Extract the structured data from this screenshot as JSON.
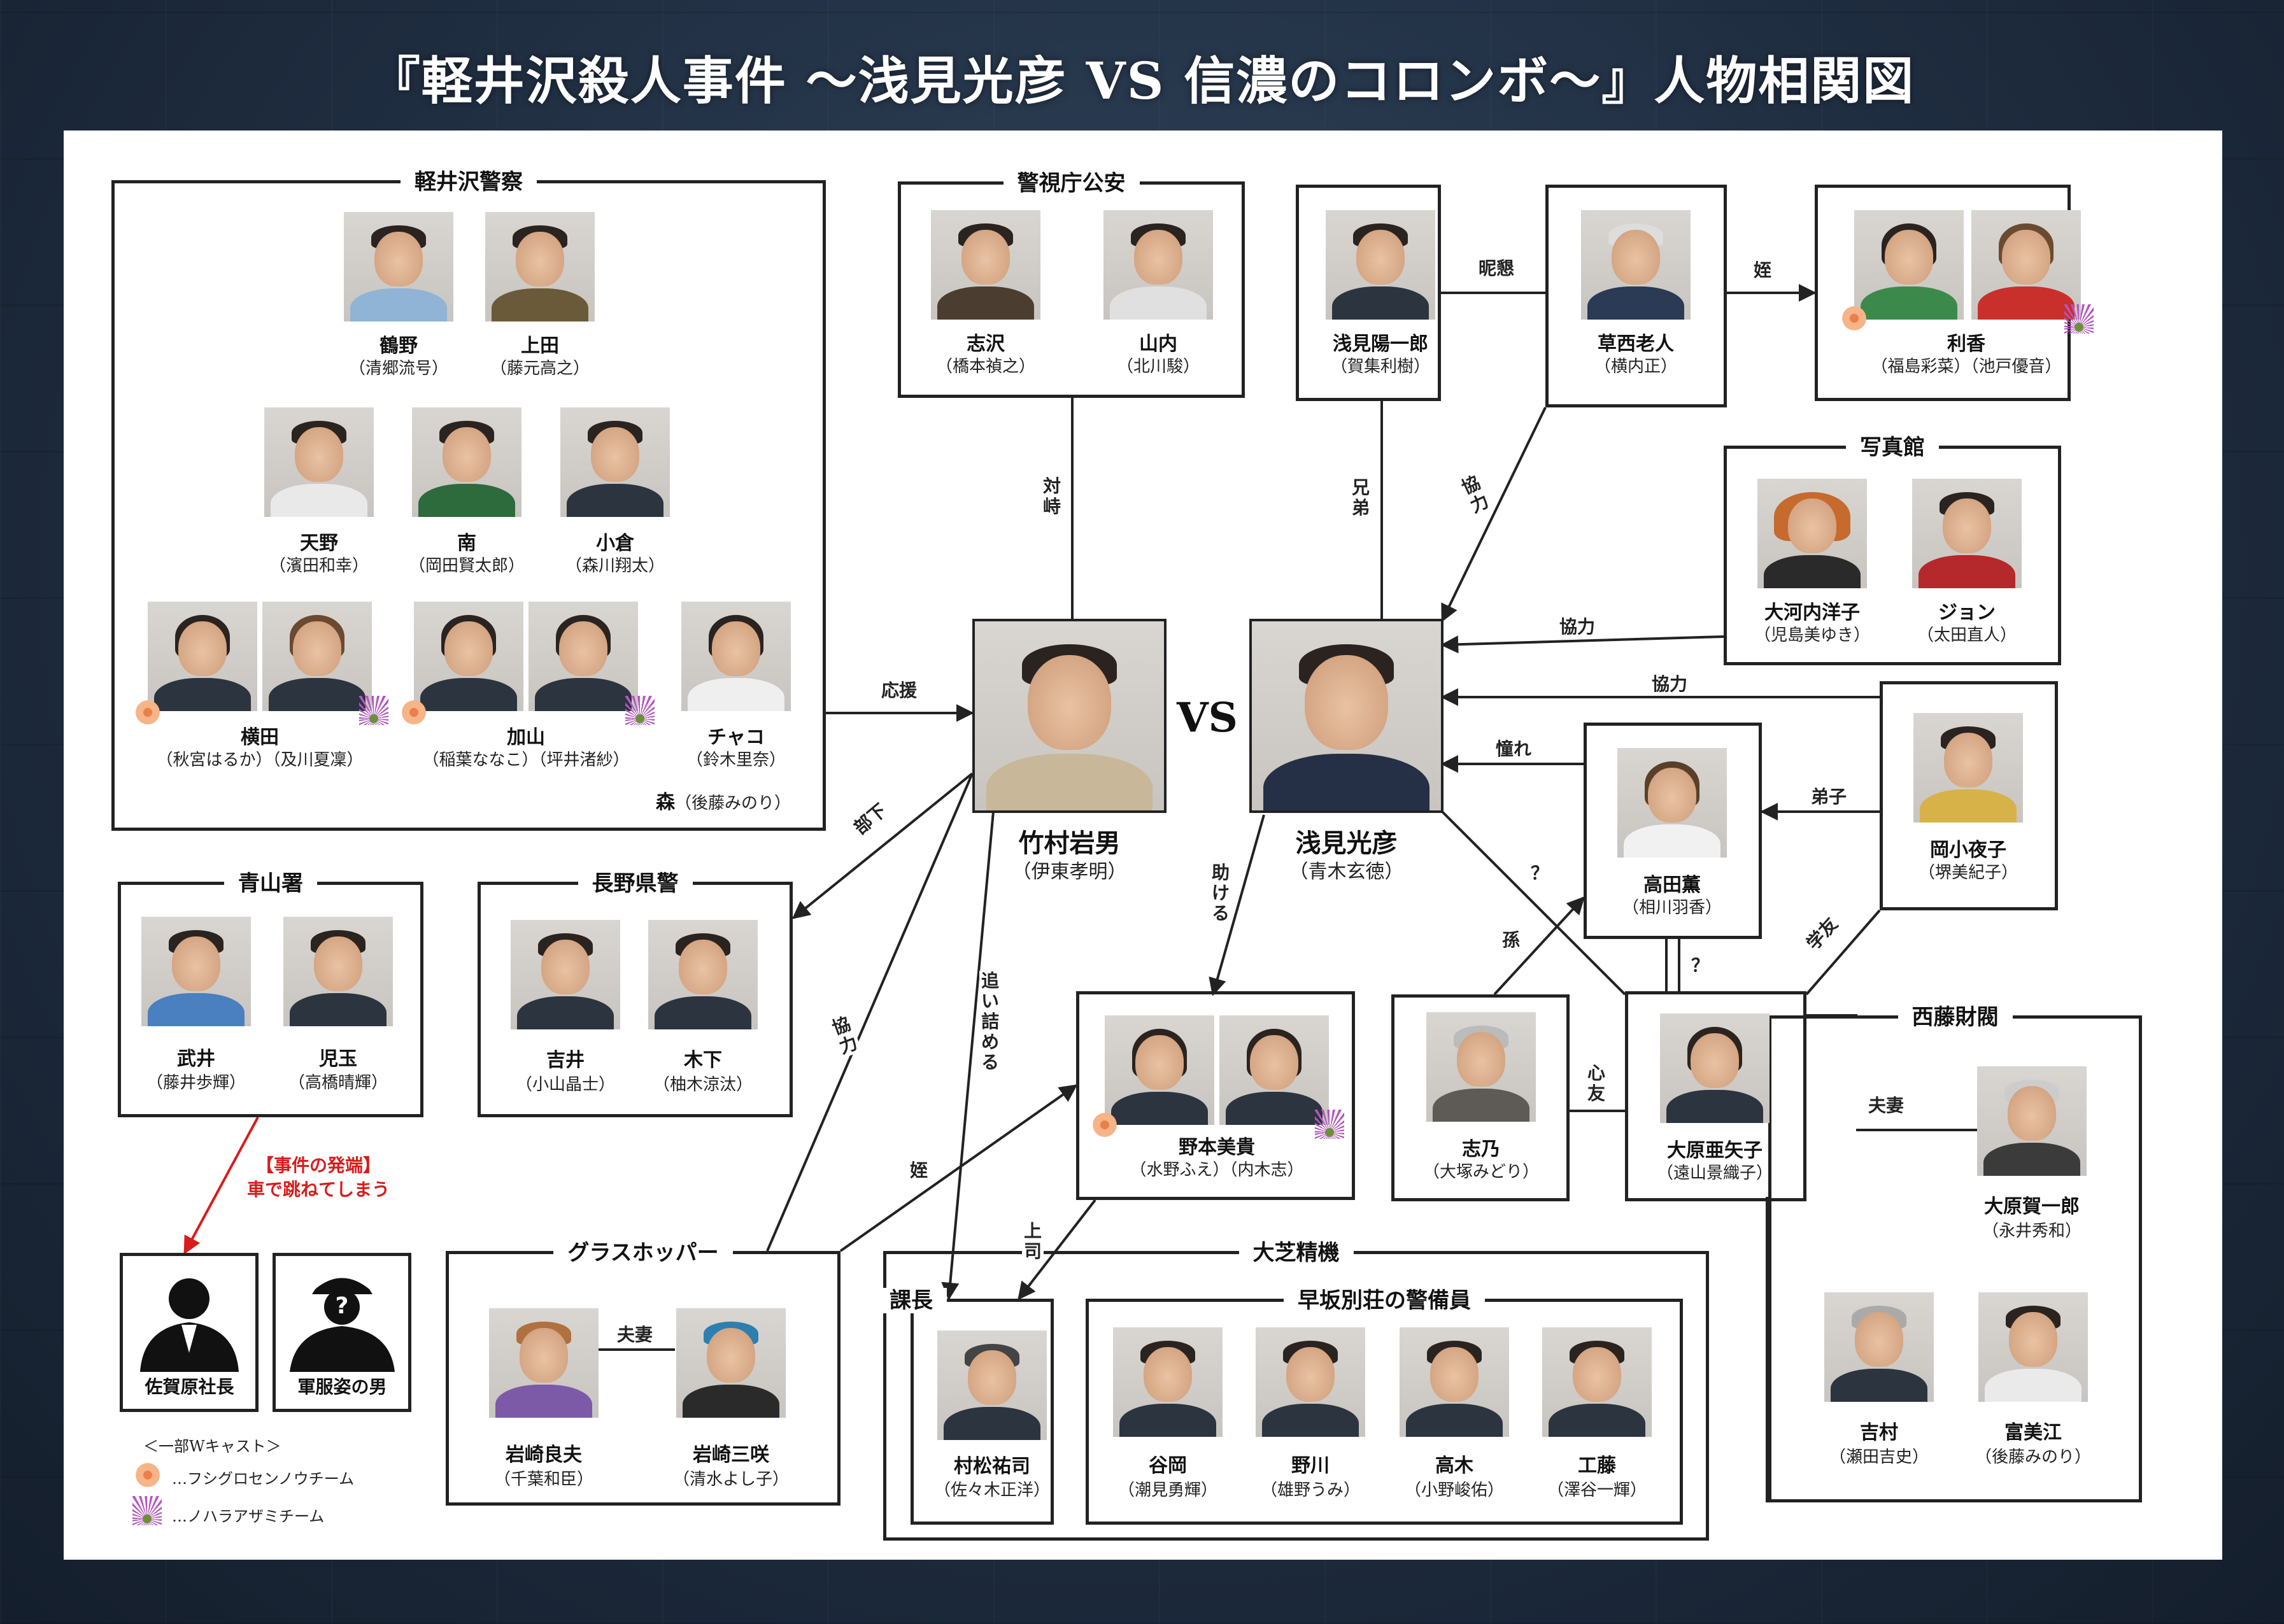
{
  "title": "『軽井沢殺人事件 ～浅見光彦 VS 信濃のコロンボ～』人物相関図",
  "vs": "VS",
  "groups": {
    "karuizawa": "軽井沢警察",
    "koan": "警視庁公安",
    "shashinkan": "写真館",
    "aoyama": "青山署",
    "nagano": "長野県警",
    "saito": "西藤財閥",
    "grass": "グラスホッパー",
    "taishiba": "大芝精機",
    "keibi": "早坂別荘の警備員"
  },
  "people": {
    "tsuruno": {
      "name": "鶴野",
      "cast": "（清郷流号）"
    },
    "ueda": {
      "name": "上田",
      "cast": "（藤元高之）"
    },
    "amano": {
      "name": "天野",
      "cast": "（濱田和幸）"
    },
    "minami": {
      "name": "南",
      "cast": "（岡田賢太郎）"
    },
    "ogura": {
      "name": "小倉",
      "cast": "（森川翔太）"
    },
    "yokota": {
      "name": "横田",
      "cast": "（秋宮はるか）（及川夏凜）"
    },
    "kayama": {
      "name": "加山",
      "cast": "（稲葉ななこ）（坪井渚紗）"
    },
    "chako": {
      "name": "チャコ",
      "cast": "（鈴木里奈）"
    },
    "mori": {
      "name": "森",
      "cast": "（後藤みのり）"
    },
    "shizawa": {
      "name": "志沢",
      "cast": "（橋本禎之）"
    },
    "yamauchi": {
      "name": "山内",
      "cast": "（北川駿）"
    },
    "yoichiro": {
      "name": "浅見陽一郎",
      "cast": "（賀集利樹）"
    },
    "kusanishi": {
      "name": "草西老人",
      "cast": "（横内正）"
    },
    "rika": {
      "name": "利香",
      "cast": "（福島彩菜）（池戸優音）"
    },
    "okochi": {
      "name": "大河内洋子",
      "cast": "（児島美ゆき）"
    },
    "john": {
      "name": "ジョン",
      "cast": "（太田直人）"
    },
    "takemura": {
      "name": "竹村岩男",
      "cast": "（伊東孝明）"
    },
    "asami": {
      "name": "浅見光彦",
      "cast": "（青木玄徳）"
    },
    "takada": {
      "name": "高田薫",
      "cast": "（相川羽香）"
    },
    "oka": {
      "name": "岡小夜子",
      "cast": "（堺美紀子）"
    },
    "takei": {
      "name": "武井",
      "cast": "（藤井歩輝）"
    },
    "kodama": {
      "name": "児玉",
      "cast": "（高橋晴輝）"
    },
    "yoshii": {
      "name": "吉井",
      "cast": "（小山晶士）"
    },
    "kinoshita": {
      "name": "木下",
      "cast": "（柚木涼汰）"
    },
    "nomoto": {
      "name": "野本美貴",
      "cast": "（水野ふえ）（内木志）"
    },
    "shino": {
      "name": "志乃",
      "cast": "（大塚みどり）"
    },
    "aiko": {
      "name": "大原亜矢子",
      "cast": "（遠山景織子）"
    },
    "kaichiro": {
      "name": "大原賀一郎",
      "cast": "（永井秀和）"
    },
    "yoshimura": {
      "name": "吉村",
      "cast": "（瀬田吉史）"
    },
    "fumie": {
      "name": "富美江",
      "cast": "（後藤みのり）"
    },
    "sagahara": {
      "name": "佐賀原社長",
      "cast": ""
    },
    "gunpuku": {
      "name": "軍服姿の男",
      "cast": ""
    },
    "iwasaki_y": {
      "name": "岩崎良夫",
      "cast": "（千葉和臣）"
    },
    "iwasaki_m": {
      "name": "岩崎三咲",
      "cast": "（清水よし子）"
    },
    "muramatsu": {
      "name": "村松祐司",
      "cast": "（佐々木正洋）"
    },
    "tanioka": {
      "name": "谷岡",
      "cast": "（潮見勇輝）"
    },
    "nogawa": {
      "name": "野川",
      "cast": "（雄野うみ）"
    },
    "takagi": {
      "name": "高木",
      "cast": "（小野峻佑）"
    },
    "kudo": {
      "name": "工藤",
      "cast": "（澤谷一輝）"
    }
  },
  "relations": {
    "taiji": "対峙",
    "kyodai": "兄弟",
    "jikon": "昵懇",
    "mei": "姪",
    "kyoryoku1": "協力",
    "kyoryoku2": "協力",
    "kyoryoku3": "協力",
    "kyoryoku4": "協力",
    "oen": "応援",
    "buka": "部下",
    "akogare": "憧れ",
    "deshi": "弟子",
    "q1": "？",
    "q2": "？",
    "mago": "孫",
    "gakuyu": "学友",
    "shinyu": "心友",
    "fusai1": "夫妻",
    "fusai2": "夫妻",
    "tasukeru": "助ける",
    "oitsumeru": "追い詰める",
    "mei2": "姪",
    "joshi": "上司",
    "kacho": "課長"
  },
  "incident": {
    "line1": "【事件の発端】",
    "line2": "車で跳ねてしまう"
  },
  "legend": {
    "heading": "＜一部Wキャスト＞",
    "flower": "…フシグロセンノウチーム",
    "thistle": "…ノハラアザミチーム"
  }
}
